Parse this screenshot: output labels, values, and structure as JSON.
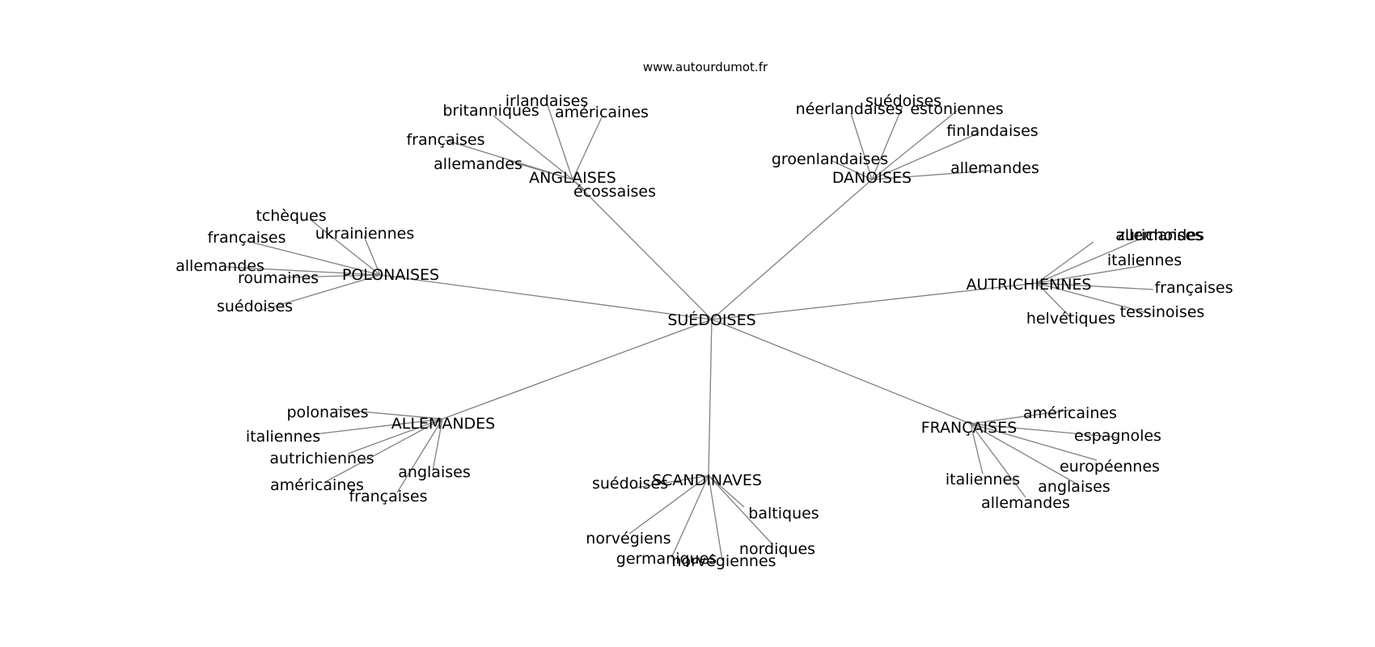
{
  "site": "www.autourdumot.fr",
  "colors": {
    "edge": "#808080",
    "text": "#000000",
    "background": "#ffffff"
  },
  "graph": {
    "center": "SUÉDOISES",
    "hubs": [
      {
        "id": "anglaises",
        "label": "ANGLAISES",
        "leaves": [
          "irlandaises",
          "britanniques",
          "américaines",
          "françaises",
          "allemandes",
          "écossaises"
        ]
      },
      {
        "id": "danoises",
        "label": "DANOISES",
        "leaves": [
          "suédoises",
          "néerlandaises",
          "estoniennes",
          "finlandaises",
          "groenlandaises",
          "allemandes"
        ]
      },
      {
        "id": "polonaises",
        "label": "POLONAISES",
        "leaves": [
          "tchèques",
          "françaises",
          "ukrainiennes",
          "allemandes",
          "roumaines",
          "suédoises"
        ]
      },
      {
        "id": "autrichiennes",
        "label": "AUTRICHIENNES",
        "leaves": [
          "allemandes",
          "zurichoises",
          "italiennes",
          "françaises",
          "tessinoises",
          "helvétiques"
        ]
      },
      {
        "id": "allemandes",
        "label": "ALLEMANDES",
        "leaves": [
          "polonaises",
          "italiennes",
          "autrichiennes",
          "anglaises",
          "américaines",
          "françaises"
        ]
      },
      {
        "id": "scandinaves",
        "label": "SCANDINAVES",
        "leaves": [
          "suédoises",
          "baltiques",
          "norvégiens",
          "nordiques",
          "germaniques",
          "norvégiennes"
        ]
      },
      {
        "id": "francaises",
        "label": "FRANÇAISES",
        "leaves": [
          "américaines",
          "espagnoles",
          "européennes",
          "italiennes",
          "anglaises",
          "allemandes"
        ]
      }
    ]
  }
}
